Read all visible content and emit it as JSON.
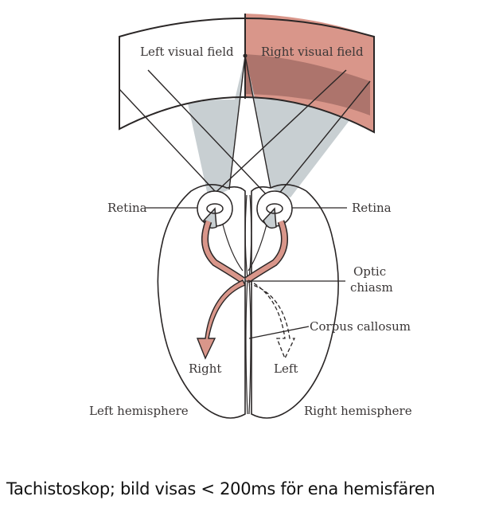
{
  "diagram": {
    "labels": {
      "left_visual_field": "Left visual field",
      "right_visual_field": "Right visual field",
      "retina_left": "Retina",
      "retina_right": "Retina",
      "optic_chiasm_line1": "Optic",
      "optic_chiasm_line2": "chiasm",
      "corpus_callosum": "Corpus callosum",
      "arrow_right": "Right",
      "arrow_left": "Left",
      "left_hemisphere": "Left hemisphere",
      "right_hemisphere": "Right hemisphere"
    },
    "colors": {
      "right_field": "#d9968a",
      "right_field_dark": "#a56e66",
      "light_cone": "#c8cfd2",
      "pathway": "#d9968a",
      "outline": "#2a2626"
    }
  },
  "caption": "Tachistoskop;  bild visas < 200ms för ena hemisfären"
}
